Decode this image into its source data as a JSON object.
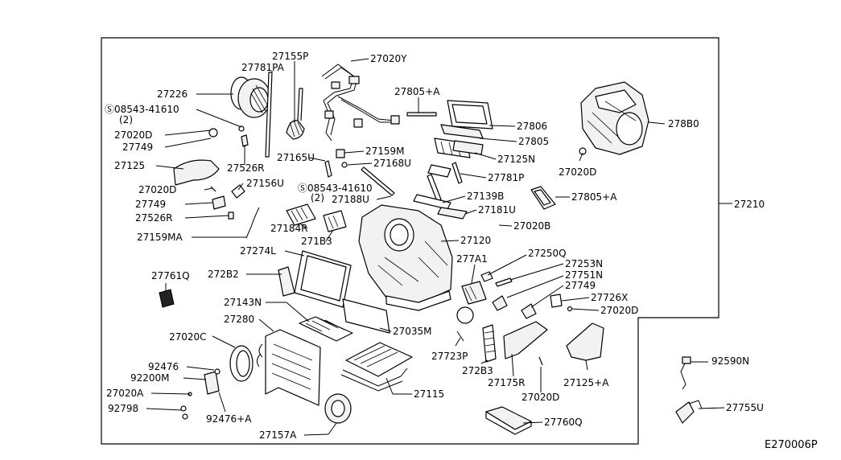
{
  "diagram_id": "E270006P",
  "parts": {
    "p27155P": "27155P",
    "p27781PA": "27781PA",
    "p27020Y": "27020Y",
    "p27226": "27226",
    "p08543_top": "Ⓢ08543-41610",
    "p08543_top_qty": "(2)",
    "p27020D_a": "27020D",
    "p27749_a": "27749",
    "p27125": "27125",
    "p27526R_a": "27526R",
    "p27165U": "27165U",
    "p27159M": "27159M",
    "p27168U": "27168U",
    "p27805A_top": "27805+A",
    "p27806": "27806",
    "p27805": "27805",
    "p27125N": "27125N",
    "p27781P": "27781P",
    "p278B0": "278B0",
    "p27020D_b": "27020D",
    "p27805A_mid": "27805+A",
    "p27020D_c": "27020D",
    "p27156U": "27156U",
    "p08543_mid": "Ⓢ08543-41610",
    "p08543_mid_qty": "(2)",
    "p27188U": "27188U",
    "p27139B": "27139B",
    "p27181U": "27181U",
    "p27020B": "27020B",
    "p27210": "27210",
    "p27749_b": "27749",
    "p27526R_b": "27526R",
    "p27184R": "27184R",
    "p271B3": "271B3",
    "p27120": "27120",
    "p27159MA": "27159MA",
    "p27274L": "27274L",
    "p277A1": "277A1",
    "p27250Q": "27250Q",
    "p27253N": "27253N",
    "p27751N": "27751N",
    "p27749_c": "27749",
    "p272B2": "272B2",
    "p27761Q": "27761Q",
    "p27726X": "27726X",
    "p27020D_d": "27020D",
    "p27143N": "27143N",
    "p27280": "27280",
    "p27035M": "27035M",
    "p27020C": "27020C",
    "p27723P": "27723P",
    "p272B3": "272B3",
    "p92476": "92476",
    "p92200M": "92200M",
    "p27175R": "27175R",
    "p27125A": "27125+A",
    "p92590N": "92590N",
    "p27020A": "27020A",
    "p27115": "27115",
    "p27020D_e": "27020D",
    "p92798": "92798",
    "p92476A": "92476+A",
    "p27755U": "27755U",
    "p27760Q": "27760Q",
    "p27157A": "27157A"
  }
}
